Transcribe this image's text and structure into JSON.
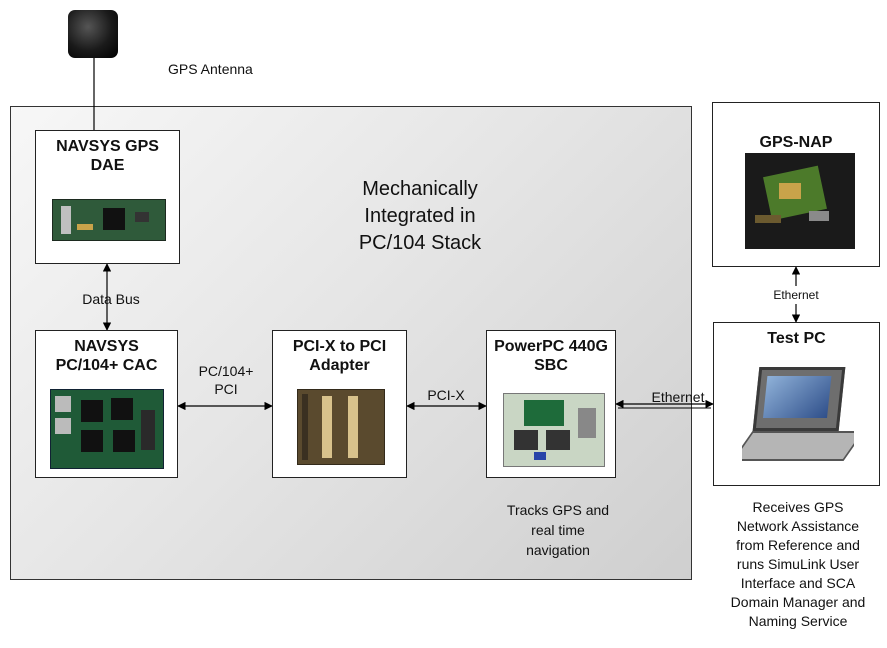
{
  "antenna": {
    "label": "GPS Antenna"
  },
  "stack": {
    "title_lines": [
      "Mechanically",
      "Integrated in",
      "PC/104 Stack"
    ]
  },
  "boxes": {
    "dae": {
      "title_lines": [
        "NAVSYS GPS",
        "DAE"
      ]
    },
    "cac": {
      "title_lines": [
        "NAVSYS",
        "PC/104+ CAC"
      ]
    },
    "adapter": {
      "title_lines": [
        "PCI-X to PCI",
        "Adapter"
      ]
    },
    "sbc": {
      "title_lines": [
        "PowerPC 440G",
        "SBC"
      ]
    },
    "gpsnap": {
      "title_lines": [
        "GPS-NAP",
        "Reference"
      ]
    },
    "testpc": {
      "title_lines": [
        "Test PC"
      ]
    }
  },
  "connections": {
    "data_bus": "Data Bus",
    "pc104_pci": [
      "PC/104+",
      "PCI"
    ],
    "pcix": "PCI-X",
    "ethernet_sbc": "Ethernet",
    "ethernet_ref": "Ethernet"
  },
  "notes": {
    "sbc_note": [
      "Tracks GPS and",
      "real time",
      "navigation"
    ],
    "testpc_note": [
      "Receives GPS",
      "Network Assistance",
      "from Reference and",
      "runs SimuLink User",
      "Interface and SCA",
      "Domain Manager and",
      "Naming Service"
    ]
  }
}
